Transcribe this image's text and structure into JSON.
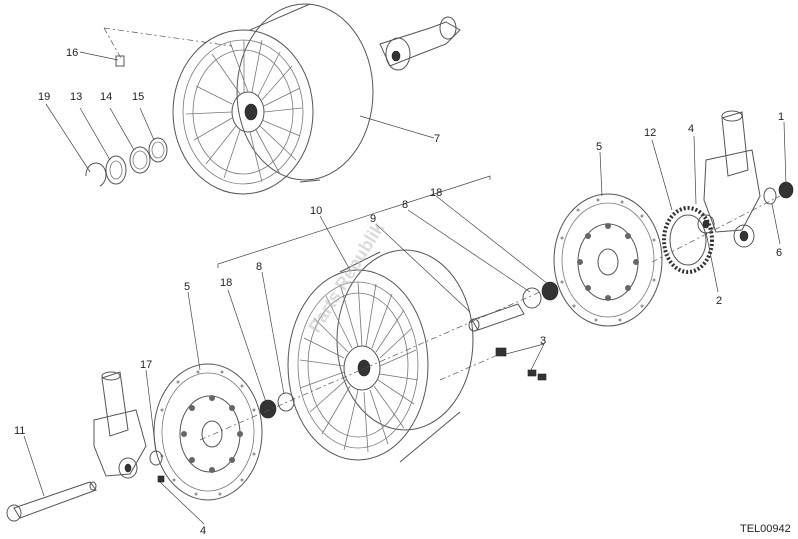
{
  "diagram": {
    "drawing_code": "TEL00942",
    "watermark": "Parts Republik",
    "callouts": {
      "c1": "1",
      "c2": "2",
      "c3": "3",
      "c4a": "4",
      "c4b": "4",
      "c5a": "5",
      "c5b": "5",
      "c6": "6",
      "c7": "7",
      "c8a": "8",
      "c8b": "8",
      "c9": "9",
      "c10": "10",
      "c11": "11",
      "c12": "12",
      "c13": "13",
      "c14": "14",
      "c15": "15",
      "c16": "16",
      "c17": "17",
      "c18a": "18",
      "c18b": "18",
      "c19": "19"
    }
  }
}
